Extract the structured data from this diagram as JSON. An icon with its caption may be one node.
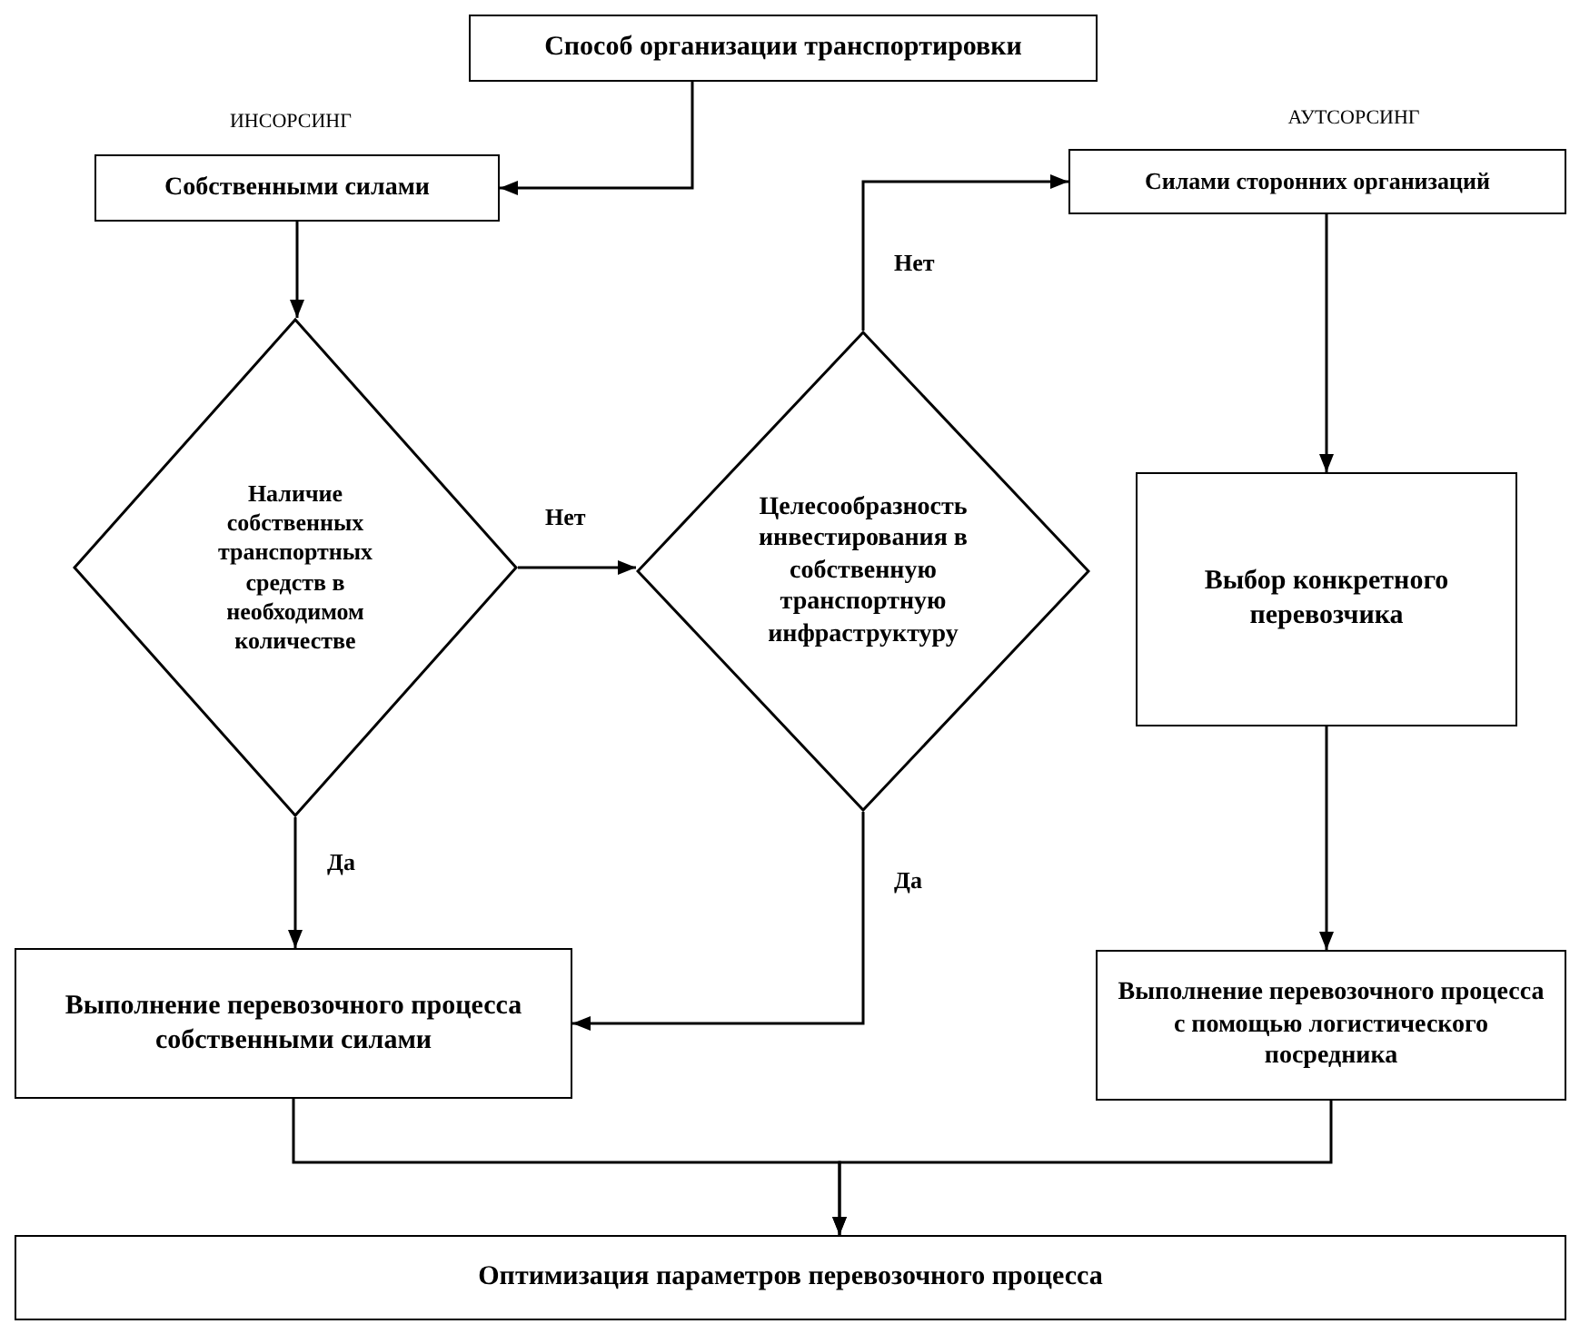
{
  "diagram": {
    "nodes": [
      {
        "text": [
          "Способ организации транспортировки"
        ]
      },
      {
        "text": [
          "Собственными силами"
        ],
        "beside": [
          "ИНСОРСИНГ"
        ]
      },
      {
        "text": [
          "Силами сторонних организаций"
        ],
        "beside": [
          "АУТСОРСИНГ"
        ]
      },
      {
        "text": [
          "Наличие собственных транспортных средств в необходимом количестве"
        ]
      },
      {
        "text": [
          "Целесообразность инвестирования в собственную транспортную инфраструктуру"
        ]
      },
      {
        "text": [
          "Выбор конкретного перевозчика"
        ]
      },
      {
        "text": [
          "Выполнение перевозочного процесса собственными силами"
        ]
      },
      {
        "text": [
          "Выполнение перевозочного процесса с помощью логистического посредника"
        ]
      },
      {
        "text": [
          "Оптимизация параметров перевозочного процесса"
        ]
      }
    ],
    "edges": [
      {
        "from": 0,
        "to": 1,
        "arrow": "to"
      },
      {
        "from": 1,
        "to": 3,
        "arrow": "to"
      },
      {
        "from": 3,
        "to": 4,
        "arrow": "to",
        "label": "Нет"
      },
      {
        "from": 4,
        "to": 2,
        "arrow": "to",
        "label": "Нет"
      },
      {
        "from": 2,
        "to": 5,
        "arrow": "to"
      },
      {
        "from": 3,
        "to": 6,
        "arrow": "to",
        "label": "Да"
      },
      {
        "from": 4,
        "to": 6,
        "arrow": "to",
        "label": "Да"
      },
      {
        "from": 5,
        "to": 7,
        "arrow": "to"
      },
      {
        "from": 6,
        "to": 8,
        "arrow": "to"
      },
      {
        "from": 7,
        "to": 8,
        "arrow": "to"
      }
    ]
  }
}
